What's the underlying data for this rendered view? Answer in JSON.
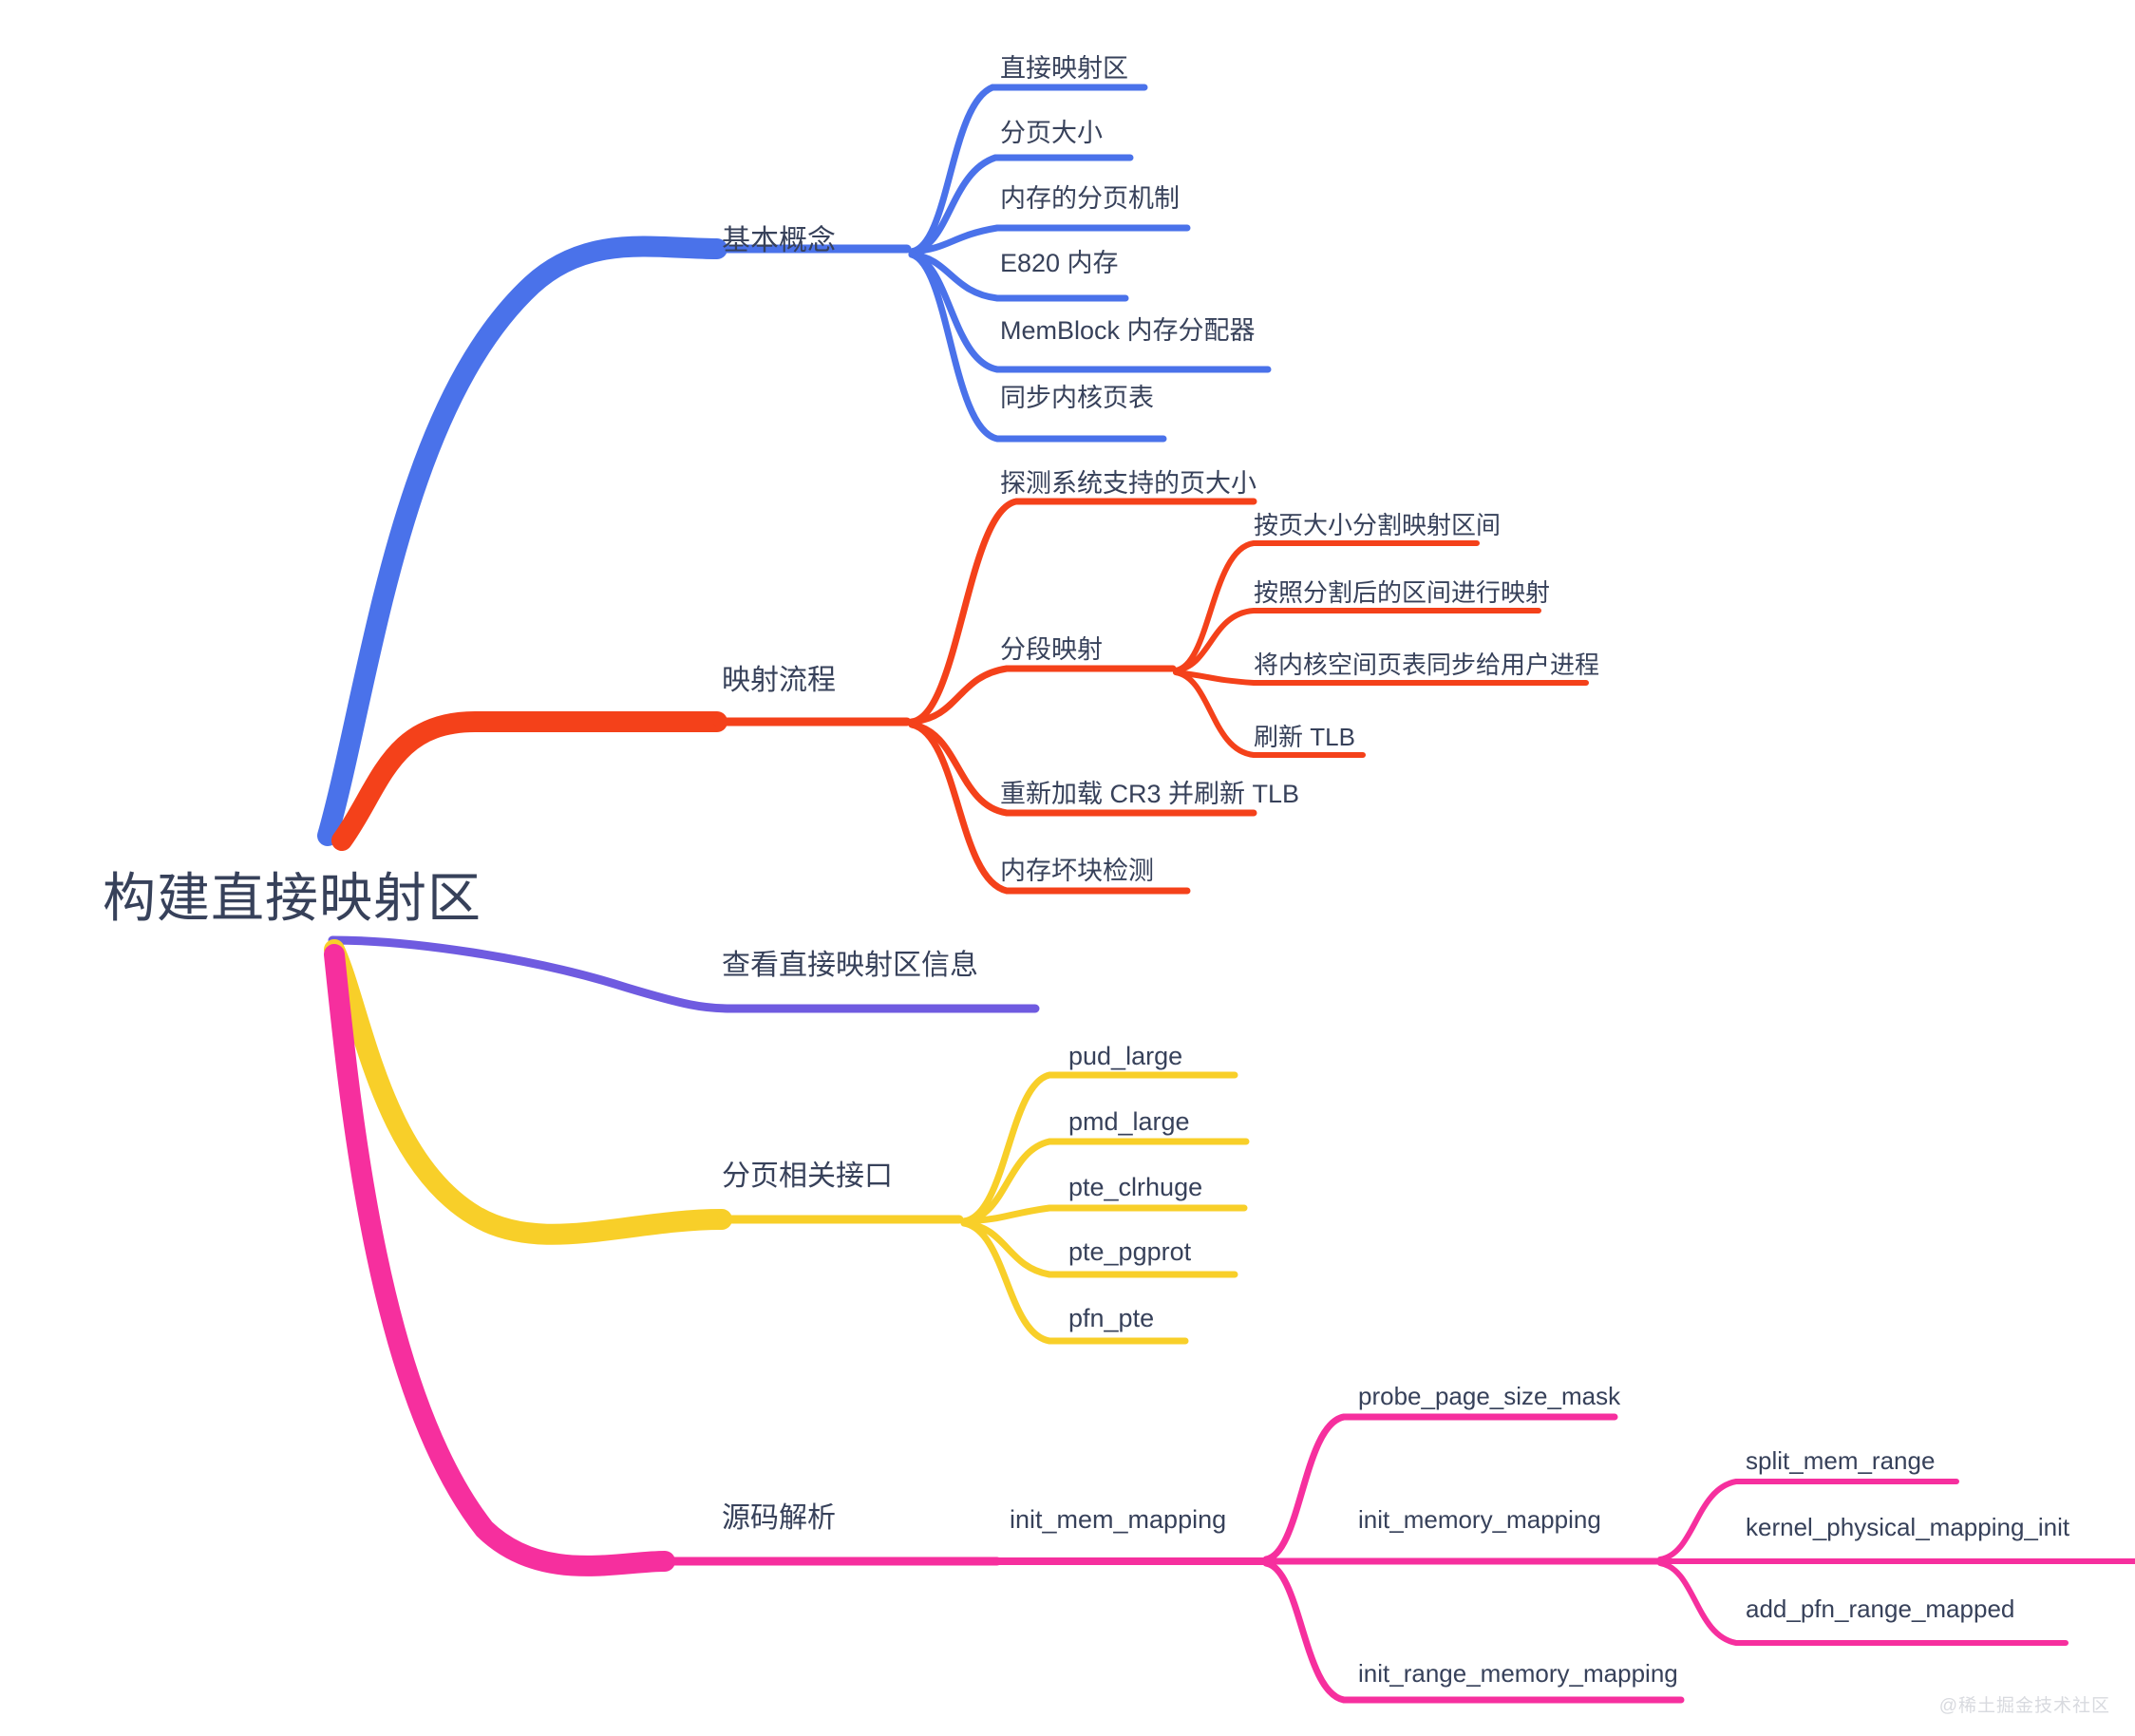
{
  "diagram": {
    "type": "mindmap",
    "title": "构建直接映射区",
    "watermark": "@稀土掘金技术社区",
    "colors": {
      "root_text": "#37415a",
      "branch_blue": "#4a72ea",
      "branch_red": "#f4411a",
      "branch_purple": "#6f5be0",
      "branch_yellow": "#f8cf29",
      "branch_pink": "#f62f9e",
      "node_text": "#37415a",
      "watermark": "#d8dadf",
      "background": "#ffffff"
    },
    "root": {
      "label": "构建直接映射区"
    },
    "branches": [
      {
        "label": "基本概念",
        "color": "#4a72ea",
        "children": [
          {
            "label": "直接映射区"
          },
          {
            "label": "分页大小"
          },
          {
            "label": "内存的分页机制"
          },
          {
            "label": "E820 内存"
          },
          {
            "label": "MemBlock 内存分配器"
          },
          {
            "label": "同步内核页表"
          }
        ]
      },
      {
        "label": "映射流程",
        "color": "#f4411a",
        "children": [
          {
            "label": "探测系统支持的页大小"
          },
          {
            "label": "分段映射",
            "children": [
              {
                "label": "按页大小分割映射区间"
              },
              {
                "label": "按照分割后的区间进行映射"
              },
              {
                "label": "将内核空间页表同步给用户进程"
              },
              {
                "label": "刷新 TLB"
              }
            ]
          },
          {
            "label": "重新加载 CR3 并刷新 TLB"
          },
          {
            "label": "内存坏块检测"
          }
        ]
      },
      {
        "label": "查看直接映射区信息",
        "color": "#6f5be0",
        "children": []
      },
      {
        "label": "分页相关接口",
        "color": "#f8cf29",
        "children": [
          {
            "label": "pud_large"
          },
          {
            "label": "pmd_large"
          },
          {
            "label": "pte_clrhuge"
          },
          {
            "label": "pte_pgprot"
          },
          {
            "label": "pfn_pte"
          }
        ]
      },
      {
        "label": "源码解析",
        "color": "#f62f9e",
        "children": [
          {
            "label": "init_mem_mapping",
            "children": [
              {
                "label": "probe_page_size_mask"
              },
              {
                "label": "init_memory_mapping",
                "children": [
                  {
                    "label": "split_mem_range"
                  },
                  {
                    "label": "kernel_physical_mapping_init"
                  },
                  {
                    "label": "add_pfn_range_mapped"
                  }
                ]
              },
              {
                "label": "init_range_memory_mapping"
              }
            ]
          }
        ]
      }
    ]
  }
}
